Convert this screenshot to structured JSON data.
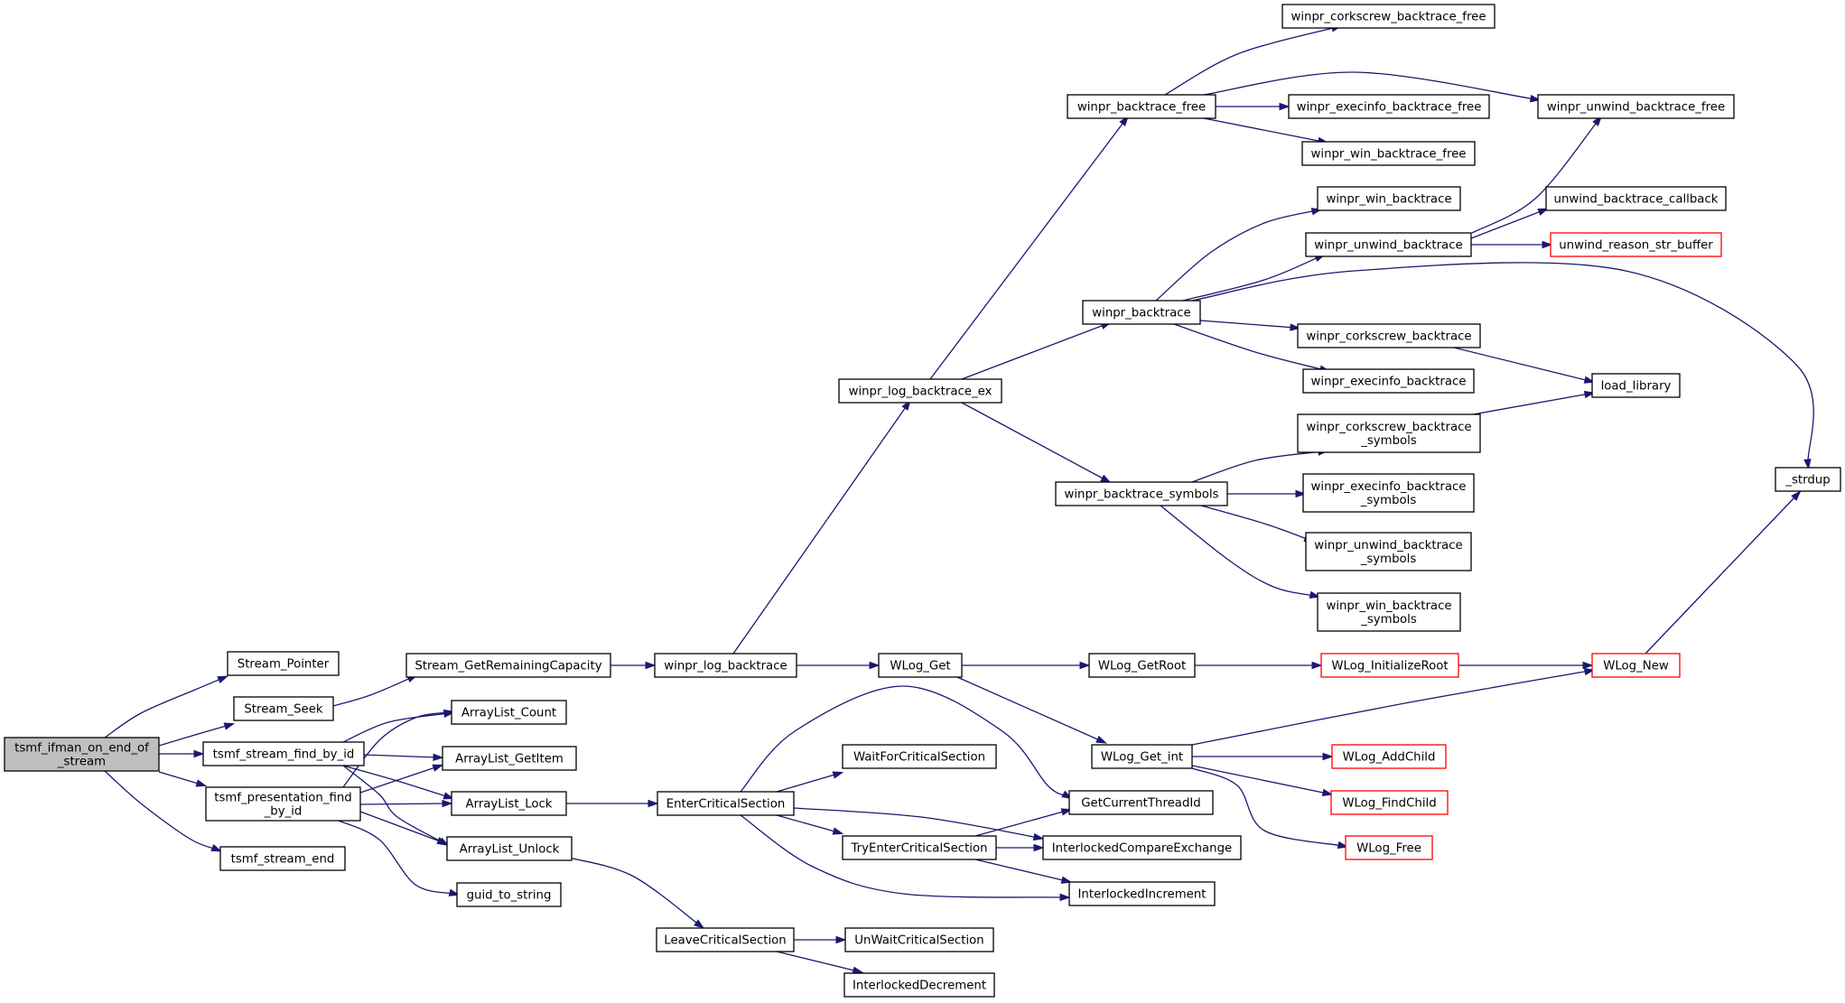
{
  "graph": {
    "colors": {
      "edge": "#191970",
      "node_border": "#000000",
      "truncated_border": "#ff0000",
      "root_fill": "#bfbfbf",
      "node_fill": "#ffffff"
    },
    "nodes": [
      {
        "id": "root",
        "lines": [
          "tsmf_ifman_on_end_of",
          "_stream"
        ],
        "root": true
      },
      {
        "id": "stream_pointer",
        "lines": [
          "Stream_Pointer"
        ]
      },
      {
        "id": "stream_seek",
        "lines": [
          "Stream_Seek"
        ]
      },
      {
        "id": "tsmf_stream_find_by_id",
        "lines": [
          "tsmf_stream_find_by_id"
        ]
      },
      {
        "id": "tsmf_presentation_find_by_id",
        "lines": [
          "tsmf_presentation_find",
          "_by_id"
        ]
      },
      {
        "id": "tsmf_stream_end",
        "lines": [
          "tsmf_stream_end"
        ]
      },
      {
        "id": "stream_getremainingcapacity",
        "lines": [
          "Stream_GetRemainingCapacity"
        ]
      },
      {
        "id": "arraylist_count",
        "lines": [
          "ArrayList_Count"
        ]
      },
      {
        "id": "arraylist_getitem",
        "lines": [
          "ArrayList_GetItem"
        ]
      },
      {
        "id": "arraylist_lock",
        "lines": [
          "ArrayList_Lock"
        ]
      },
      {
        "id": "arraylist_unlock",
        "lines": [
          "ArrayList_Unlock"
        ]
      },
      {
        "id": "guid_to_string",
        "lines": [
          "guid_to_string"
        ]
      },
      {
        "id": "winpr_log_backtrace",
        "lines": [
          "winpr_log_backtrace"
        ]
      },
      {
        "id": "entercriticalsection",
        "lines": [
          "EnterCriticalSection"
        ]
      },
      {
        "id": "leavecriticalsection",
        "lines": [
          "LeaveCriticalSection"
        ]
      },
      {
        "id": "winpr_log_backtrace_ex",
        "lines": [
          "winpr_log_backtrace_ex"
        ]
      },
      {
        "id": "wlog_get",
        "lines": [
          "WLog_Get"
        ]
      },
      {
        "id": "waitforcriticalsection",
        "lines": [
          "WaitForCriticalSection"
        ]
      },
      {
        "id": "tryentercriticalsection",
        "lines": [
          "TryEnterCriticalSection"
        ]
      },
      {
        "id": "unwaitcriticalsection",
        "lines": [
          "UnWaitCriticalSection"
        ]
      },
      {
        "id": "interlockeddecrement",
        "lines": [
          "InterlockedDecrement"
        ]
      },
      {
        "id": "winpr_backtrace_free",
        "lines": [
          "winpr_backtrace_free"
        ]
      },
      {
        "id": "winpr_backtrace",
        "lines": [
          "winpr_backtrace"
        ]
      },
      {
        "id": "winpr_backtrace_symbols",
        "lines": [
          "winpr_backtrace_symbols"
        ]
      },
      {
        "id": "wlog_getroot",
        "lines": [
          "WLog_GetRoot"
        ]
      },
      {
        "id": "wlog_get_int",
        "lines": [
          "WLog_Get_int"
        ]
      },
      {
        "id": "getcurrentthreadid",
        "lines": [
          "GetCurrentThreadId"
        ]
      },
      {
        "id": "interlockedcompareexchange",
        "lines": [
          "InterlockedCompareExchange"
        ]
      },
      {
        "id": "interlockedincrement",
        "lines": [
          "InterlockedIncrement"
        ]
      },
      {
        "id": "winpr_corkscrew_backtrace_free",
        "lines": [
          "winpr_corkscrew_backtrace_free"
        ]
      },
      {
        "id": "winpr_execinfo_backtrace_free",
        "lines": [
          "winpr_execinfo_backtrace_free"
        ]
      },
      {
        "id": "winpr_win_backtrace_free",
        "lines": [
          "winpr_win_backtrace_free"
        ]
      },
      {
        "id": "winpr_win_backtrace",
        "lines": [
          "winpr_win_backtrace"
        ]
      },
      {
        "id": "winpr_unwind_backtrace",
        "lines": [
          "winpr_unwind_backtrace"
        ]
      },
      {
        "id": "winpr_corkscrew_backtrace",
        "lines": [
          "winpr_corkscrew_backtrace"
        ]
      },
      {
        "id": "winpr_execinfo_backtrace",
        "lines": [
          "winpr_execinfo_backtrace"
        ]
      },
      {
        "id": "winpr_corkscrew_backtrace_symbols",
        "lines": [
          "winpr_corkscrew_backtrace",
          "_symbols"
        ]
      },
      {
        "id": "winpr_execinfo_backtrace_symbols",
        "lines": [
          "winpr_execinfo_backtrace",
          "_symbols"
        ]
      },
      {
        "id": "winpr_unwind_backtrace_symbols",
        "lines": [
          "winpr_unwind_backtrace",
          "_symbols"
        ]
      },
      {
        "id": "winpr_win_backtrace_symbols",
        "lines": [
          "winpr_win_backtrace",
          "_symbols"
        ]
      },
      {
        "id": "wlog_initializeroot",
        "lines": [
          "WLog_InitializeRoot"
        ],
        "truncated": true
      },
      {
        "id": "wlog_addchild",
        "lines": [
          "WLog_AddChild"
        ],
        "truncated": true
      },
      {
        "id": "wlog_findchild",
        "lines": [
          "WLog_FindChild"
        ],
        "truncated": true
      },
      {
        "id": "wlog_free",
        "lines": [
          "WLog_Free"
        ],
        "truncated": true
      },
      {
        "id": "winpr_unwind_backtrace_free",
        "lines": [
          "winpr_unwind_backtrace_free"
        ]
      },
      {
        "id": "unwind_backtrace_callback",
        "lines": [
          "unwind_backtrace_callback"
        ]
      },
      {
        "id": "unwind_reason_str_buffer",
        "lines": [
          "unwind_reason_str_buffer"
        ],
        "truncated": true
      },
      {
        "id": "load_library",
        "lines": [
          "load_library"
        ]
      },
      {
        "id": "wlog_new",
        "lines": [
          "WLog_New"
        ],
        "truncated": true
      },
      {
        "id": "strdup",
        "lines": [
          "_strdup"
        ]
      }
    ]
  }
}
